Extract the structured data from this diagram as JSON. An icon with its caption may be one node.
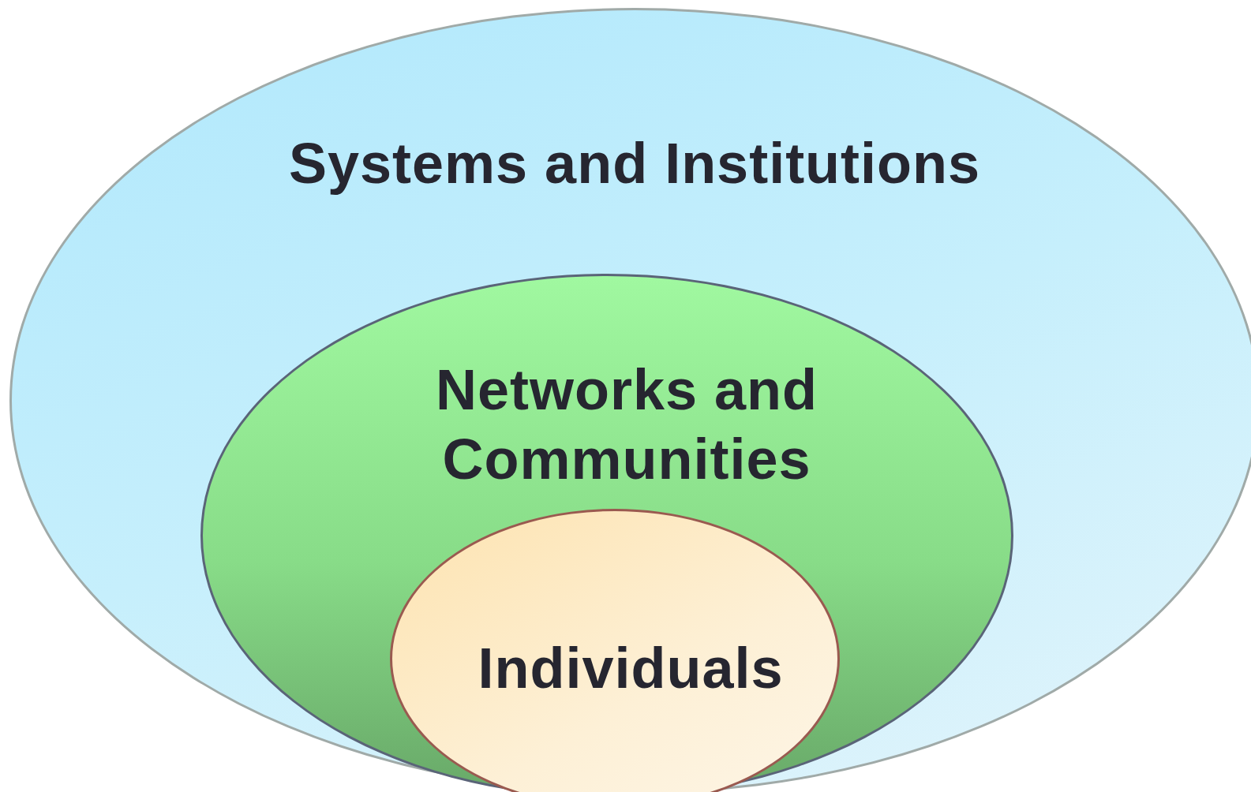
{
  "diagram": {
    "nodes": [
      {
        "text": [
          "Systems and Institutions"
        ]
      },
      {
        "text": [
          "Networks and Communities"
        ],
        "in": 0
      },
      {
        "text": [
          "Individuals"
        ],
        "in": 1
      }
    ]
  }
}
